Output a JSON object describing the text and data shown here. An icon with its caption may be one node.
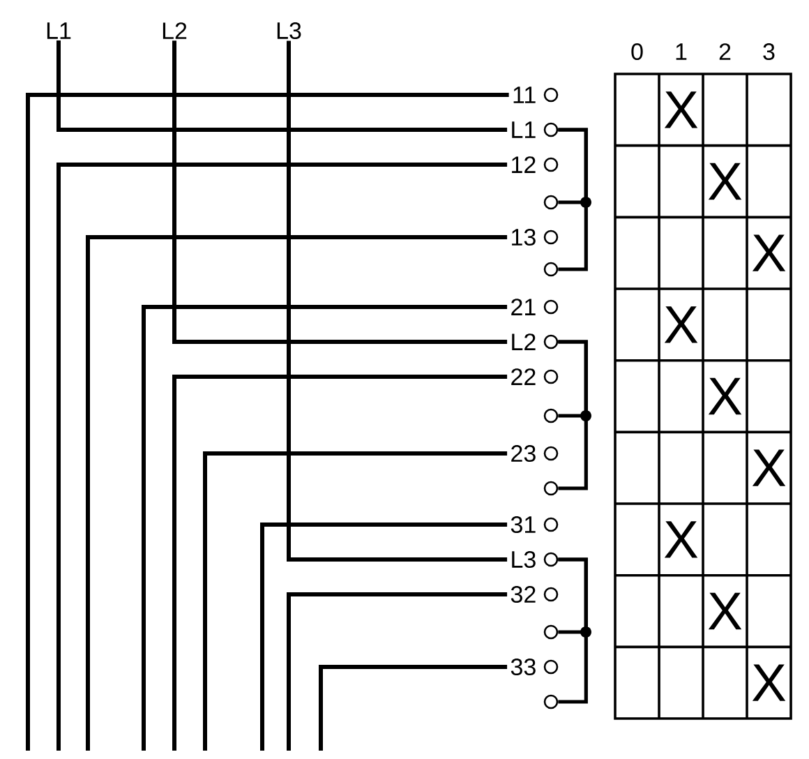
{
  "diagram": {
    "nodes": [
      {
        "text": [
          "L1"
        ]
      },
      {
        "text": [
          "L2"
        ]
      },
      {
        "text": [
          "L3"
        ]
      },
      {
        "text": [
          "11"
        ]
      },
      {
        "text": [
          "L1"
        ]
      },
      {
        "text": [
          "12"
        ]
      },
      {
        "text": [],
        "shape": "circle"
      },
      {
        "text": [
          "13"
        ]
      },
      {
        "text": [],
        "shape": "circle"
      },
      {
        "text": [
          "21"
        ]
      },
      {
        "text": [
          "L2"
        ]
      },
      {
        "text": [
          "22"
        ]
      },
      {
        "text": [],
        "shape": "circle"
      },
      {
        "text": [
          "23"
        ]
      },
      {
        "text": [],
        "shape": "circle"
      },
      {
        "text": [
          "31"
        ]
      },
      {
        "text": [
          "L3"
        ]
      },
      {
        "text": [
          "32"
        ]
      },
      {
        "text": [],
        "shape": "circle"
      },
      {
        "text": [
          "33"
        ]
      },
      {
        "text": [],
        "shape": "circle"
      }
    ],
    "edges": [
      {
        "from": 0,
        "to": 4,
        "arrow": "none"
      },
      {
        "from": 1,
        "to": 10,
        "arrow": "none"
      },
      {
        "from": 2,
        "to": 16,
        "arrow": "none"
      },
      {
        "from": 3,
        "to": null,
        "arrow": "none"
      },
      {
        "from": 5,
        "to": null,
        "arrow": "none"
      },
      {
        "from": 7,
        "to": null,
        "arrow": "none"
      },
      {
        "from": 9,
        "to": null,
        "arrow": "none"
      },
      {
        "from": 11,
        "to": null,
        "arrow": "none"
      },
      {
        "from": 13,
        "to": null,
        "arrow": "none"
      },
      {
        "from": 15,
        "to": null,
        "arrow": "none"
      },
      {
        "from": 17,
        "to": null,
        "arrow": "none"
      },
      {
        "from": 19,
        "to": null,
        "arrow": "none"
      },
      {
        "from": 4,
        "to": 6,
        "arrow": "none"
      },
      {
        "from": 4,
        "to": 8,
        "arrow": "none"
      },
      {
        "from": 10,
        "to": 12,
        "arrow": "none"
      },
      {
        "from": 10,
        "to": 14,
        "arrow": "none"
      },
      {
        "from": 16,
        "to": 18,
        "arrow": "none"
      },
      {
        "from": 16,
        "to": 20,
        "arrow": "none"
      }
    ],
    "labels": [
      "0",
      "1",
      "2",
      "3",
      "X",
      "X",
      "X",
      "X",
      "X",
      "X",
      "X",
      "X",
      "X"
    ]
  }
}
